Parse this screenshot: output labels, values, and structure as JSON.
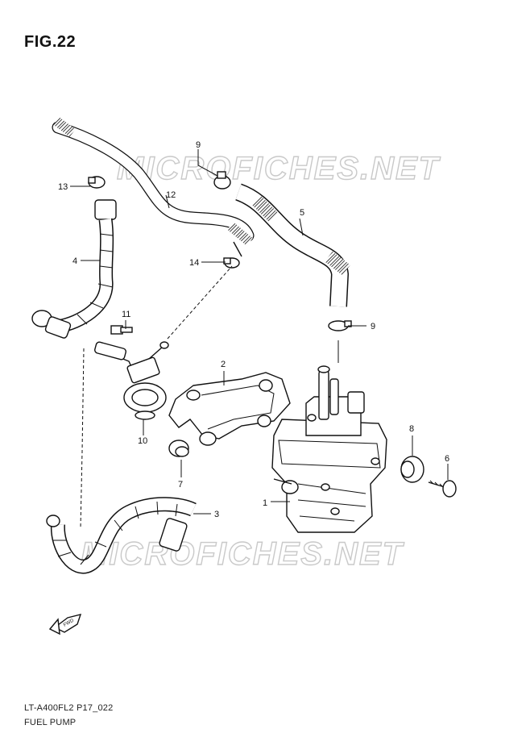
{
  "figure": {
    "title": "FIG.22",
    "code": "LT-A400FL2 P17_022",
    "name": "FUEL PUMP",
    "watermark": "MICROFICHES.NET",
    "fwd_label": "FWD"
  },
  "callouts": [
    "1",
    "2",
    "3",
    "4",
    "5",
    "6",
    "7",
    "9",
    "9",
    "10",
    "11",
    "12",
    "13",
    "14",
    "8"
  ],
  "colors": {
    "line": "#111111",
    "watermark": "#c9c9c9",
    "background": "#ffffff"
  }
}
